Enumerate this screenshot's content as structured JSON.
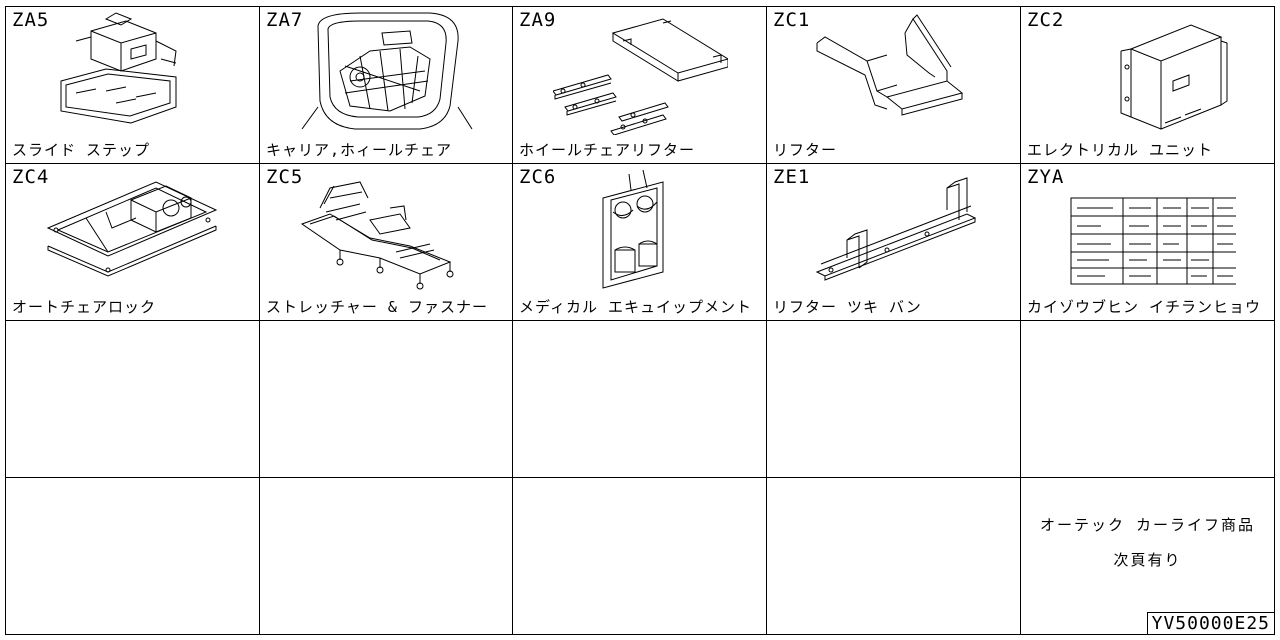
{
  "cells": [
    {
      "code": "ZA5",
      "name": "スライド ステップ",
      "icon": "slide-step-illustration"
    },
    {
      "code": "ZA7",
      "name": "キャリア,ホィールチェア",
      "icon": "wheelchair-carrier-illustration"
    },
    {
      "code": "ZA9",
      "name": "ホイールチェアリフター",
      "icon": "wheelchair-lifter-illustration"
    },
    {
      "code": "ZC1",
      "name": "リフター",
      "icon": "lifter-illustration"
    },
    {
      "code": "ZC2",
      "name": "エレクトリカル ユニット",
      "icon": "electrical-unit-illustration"
    },
    {
      "code": "ZC4",
      "name": "オートチェアロック",
      "icon": "auto-chair-lock-illustration"
    },
    {
      "code": "ZC5",
      "name": "ストレッチャー & ファスナー",
      "icon": "stretcher-fastener-illustration"
    },
    {
      "code": "ZC6",
      "name": "メディカル エキュイップメント",
      "icon": "medical-equipment-illustration"
    },
    {
      "code": "ZE1",
      "name": "リフター ツキ バン",
      "icon": "lifter-van-illustration"
    },
    {
      "code": "ZYA",
      "name": "カイゾウブヒン イチランヒョウ",
      "icon": "parts-list-table-illustration"
    }
  ],
  "notes": [
    "オーテック カーライフ商品",
    "次頁有り"
  ],
  "reference_code": "YV50000E25"
}
